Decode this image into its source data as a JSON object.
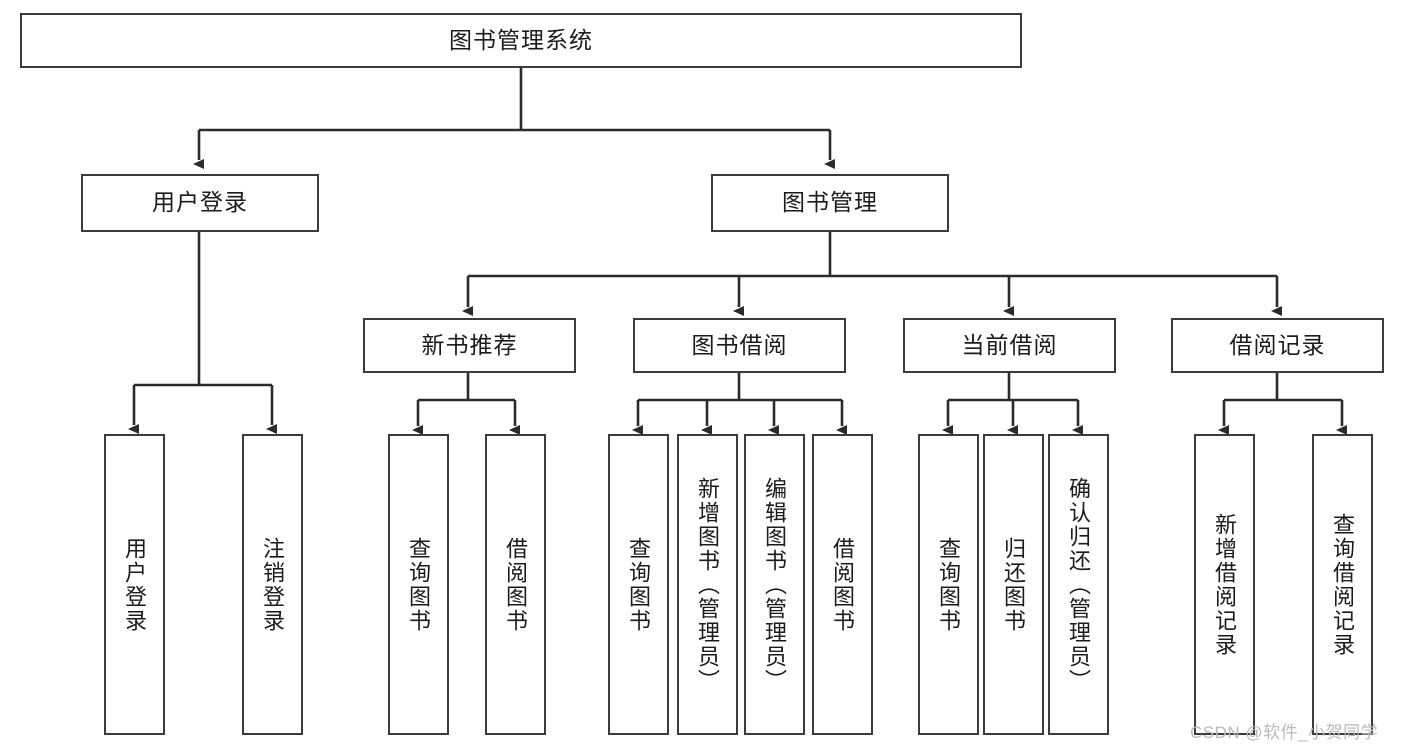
{
  "diagram": {
    "type": "hierarchy-tree",
    "title": "图书管理系统",
    "watermark": "CSDN @软件_小贺同学",
    "colors": {
      "box_border": "#3b3b3b",
      "box_fill": "#ffffff",
      "connector": "#2b2b2b",
      "text": "#1b1b1b",
      "watermark": "#b9b9b9"
    },
    "nodes": {
      "root": {
        "label": "图书管理系统"
      },
      "level2": [
        {
          "id": "user-login",
          "label": "用户登录"
        },
        {
          "id": "book-management",
          "label": "图书管理"
        }
      ],
      "level3": [
        {
          "id": "new-book-recommend",
          "label": "新书推荐"
        },
        {
          "id": "book-borrow",
          "label": "图书借阅"
        },
        {
          "id": "current-borrow",
          "label": "当前借阅"
        },
        {
          "id": "borrow-record",
          "label": "借阅记录"
        }
      ],
      "leaves": {
        "user-login": [
          {
            "id": "leaf-user-login",
            "label": "用户登录"
          },
          {
            "id": "leaf-logout-login",
            "label": "注销登录"
          }
        ],
        "new-book-recommend": [
          {
            "id": "leaf-query-book-1",
            "label": "查询图书"
          },
          {
            "id": "leaf-borrow-book-1",
            "label": "借阅图书"
          }
        ],
        "book-borrow": [
          {
            "id": "leaf-query-book-2",
            "label": "查询图书"
          },
          {
            "id": "leaf-add-book",
            "label": "新增图书（管理员）"
          },
          {
            "id": "leaf-edit-book",
            "label": "编辑图书（管理员）"
          },
          {
            "id": "leaf-borrow-book-2",
            "label": "借阅图书"
          }
        ],
        "current-borrow": [
          {
            "id": "leaf-query-book-3",
            "label": "查询图书"
          },
          {
            "id": "leaf-return-book",
            "label": "归还图书"
          },
          {
            "id": "leaf-confirm-return",
            "label": "确认归还（管理员）"
          }
        ],
        "borrow-record": [
          {
            "id": "leaf-add-record",
            "label": "新增借阅记录"
          },
          {
            "id": "leaf-query-record",
            "label": "查询借阅记录"
          }
        ]
      }
    },
    "edges": [
      {
        "from": "图书管理系统",
        "to": "用户登录"
      },
      {
        "from": "图书管理系统",
        "to": "图书管理"
      },
      {
        "from": "用户登录",
        "to": "用户登录"
      },
      {
        "from": "用户登录",
        "to": "注销登录"
      },
      {
        "from": "图书管理",
        "to": "新书推荐"
      },
      {
        "from": "图书管理",
        "to": "图书借阅"
      },
      {
        "from": "图书管理",
        "to": "当前借阅"
      },
      {
        "from": "图书管理",
        "to": "借阅记录"
      },
      {
        "from": "新书推荐",
        "to": "查询图书"
      },
      {
        "from": "新书推荐",
        "to": "借阅图书"
      },
      {
        "from": "图书借阅",
        "to": "查询图书"
      },
      {
        "from": "图书借阅",
        "to": "新增图书（管理员）"
      },
      {
        "from": "图书借阅",
        "to": "编辑图书（管理员）"
      },
      {
        "from": "图书借阅",
        "to": "借阅图书"
      },
      {
        "from": "当前借阅",
        "to": "查询图书"
      },
      {
        "from": "当前借阅",
        "to": "归还图书"
      },
      {
        "from": "当前借阅",
        "to": "确认归还（管理员）"
      },
      {
        "from": "借阅记录",
        "to": "新增借阅记录"
      },
      {
        "from": "借阅记录",
        "to": "查询借阅记录"
      }
    ]
  }
}
